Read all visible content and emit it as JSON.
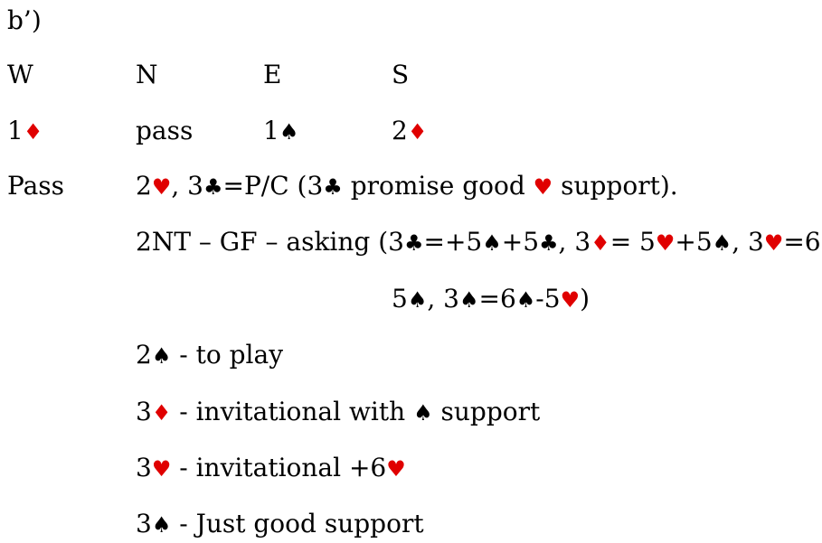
{
  "heading": "b’)",
  "seats": [
    "W",
    "N",
    "E",
    "S"
  ],
  "auction": {
    "w1": "1",
    "n1": "pass",
    "e1": "1",
    "s1": "2",
    "w2": "Pass"
  },
  "suits": {
    "spade": "♠",
    "heart": "♥",
    "diamond": "♦",
    "club": "♣"
  },
  "colors": {
    "red_suit": "#e00000",
    "black_suit": "#000000"
  },
  "responses": {
    "r1": {
      "a": "2",
      "b": ", 3",
      "c": "=P/C (3",
      "d": " promise good ",
      "e": " support)."
    },
    "r2": {
      "a": "2NT – GF – asking (3",
      "b": "=+5",
      "c": "+5",
      "d": ", 3",
      "e": "= 5",
      "f": "+5",
      "g": ", 3",
      "h": "=6",
      "i": "-"
    },
    "r2b": {
      "a": "5",
      "b": ", 3",
      "c": "=6",
      "d": "-5",
      "e": ")"
    },
    "r3": {
      "a": "2",
      "b": " - to play"
    },
    "r4": {
      "a": "3",
      "b": " - invitational with ",
      "c": " support"
    },
    "r5": {
      "a": "3",
      "b": " - invitational +6"
    },
    "r6": {
      "a": "3",
      "b": " - Just good support"
    }
  }
}
